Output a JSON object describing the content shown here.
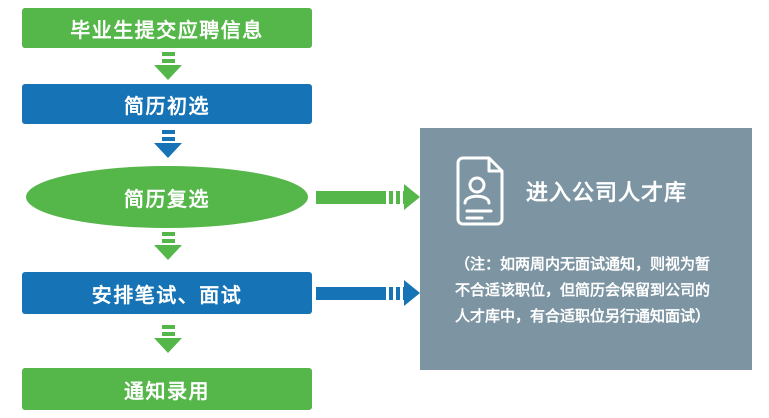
{
  "colors": {
    "green": "#55b649",
    "blue": "#1673b5",
    "slate": "#7d95a3"
  },
  "flow": {
    "steps": [
      {
        "label": "毕业生提交应聘信息"
      },
      {
        "label": "简历初选"
      },
      {
        "label": "简历复选"
      },
      {
        "label": "安排笔试、面试"
      },
      {
        "label": "通知录用"
      }
    ]
  },
  "panel": {
    "title": "进入公司人才库",
    "note": "（注：如两周内无面试通知，则视为暂不合适该职位，但简历会保留到公司的人才库中，有合适职位另行通知面试）",
    "icon": "resume-document-icon"
  }
}
